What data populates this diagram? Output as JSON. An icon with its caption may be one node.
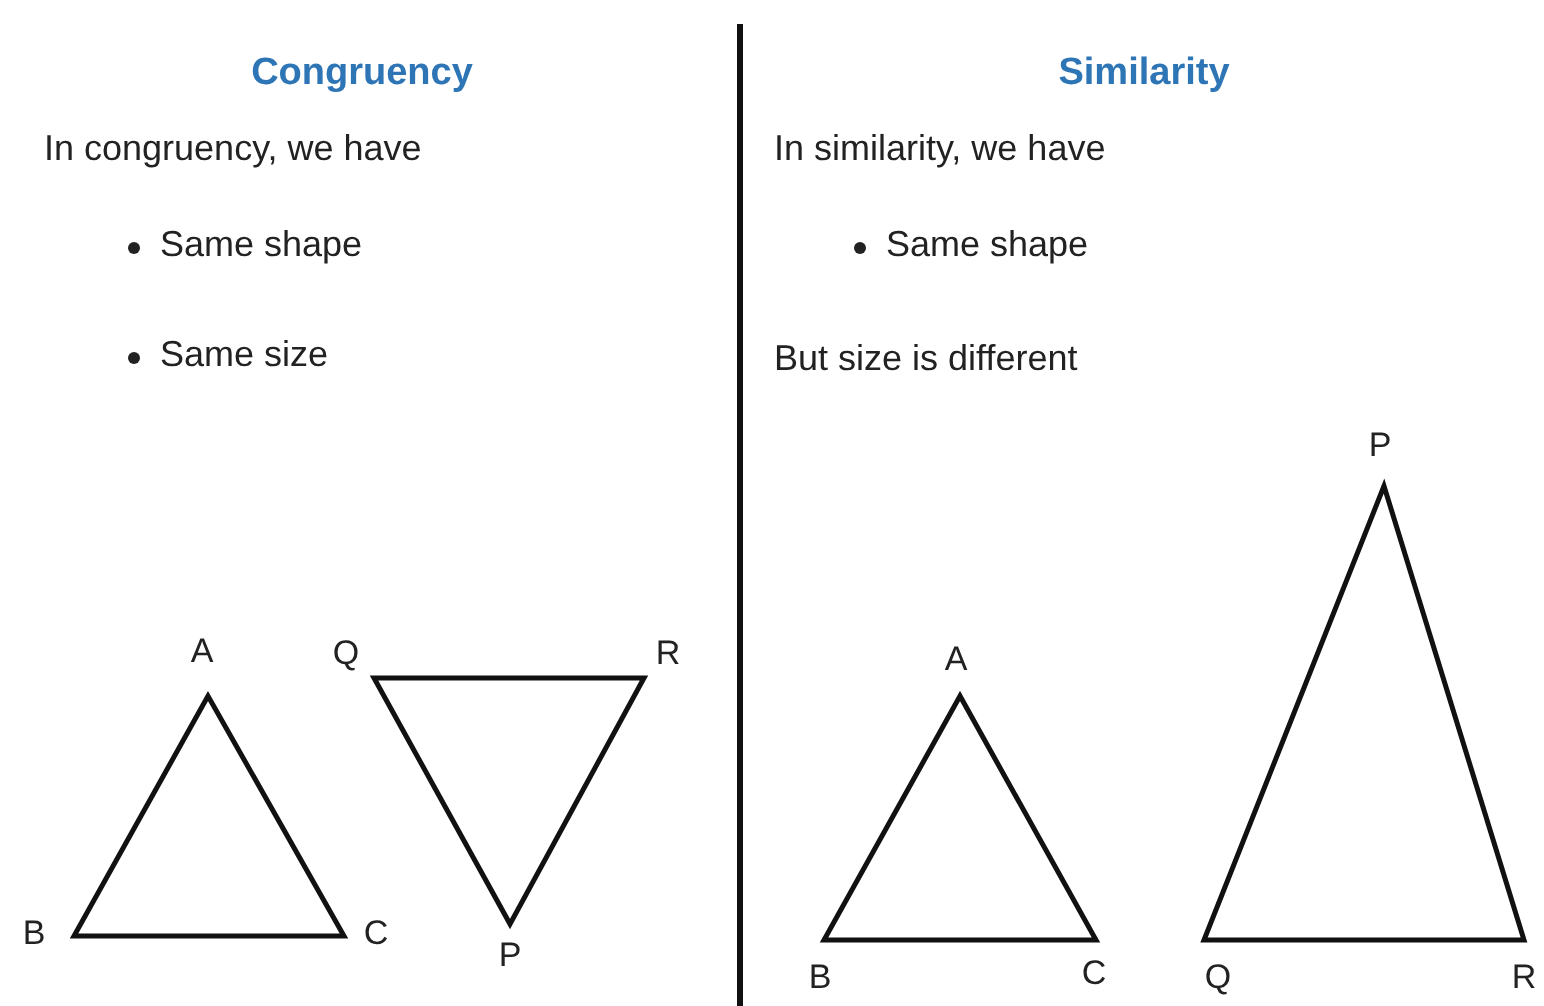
{
  "diagram": {
    "labels": [
      "Congruency",
      "In congruency, we have",
      "Same shape",
      "Same size",
      "A",
      "Q",
      "R",
      "B",
      "C",
      "P",
      "Similarity",
      "In similarity, we have",
      "Same shape",
      "But size is different",
      "P",
      "A",
      "B",
      "C",
      "Q",
      "R"
    ]
  }
}
